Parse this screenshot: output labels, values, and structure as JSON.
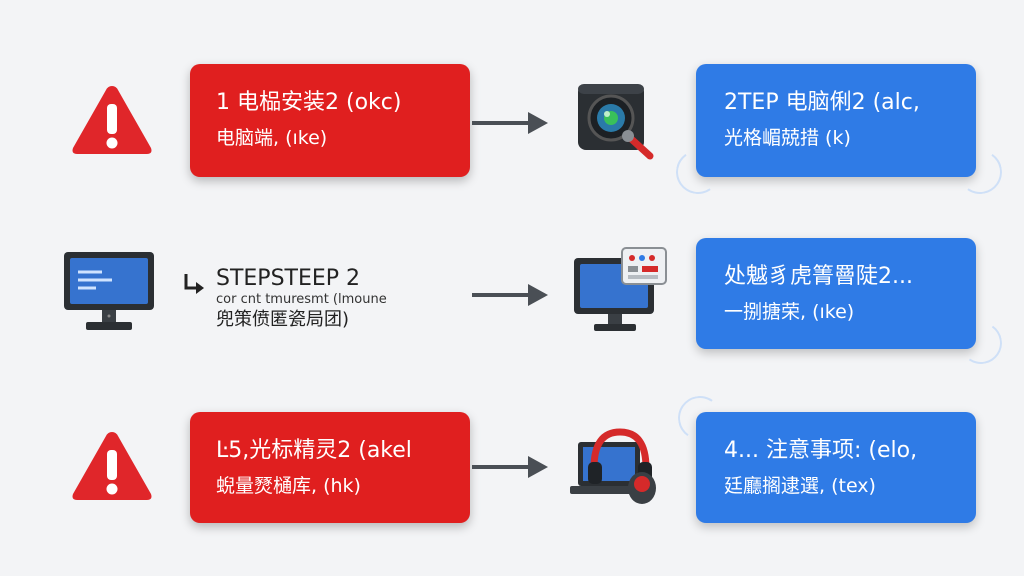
{
  "rows": [
    {
      "left_box": {
        "line1": "1 电榀安装2 (okc)",
        "line2": "电脑端, (ıke)"
      },
      "right_box": {
        "line1": "2TEP 电脑俐2 (alc,",
        "line2": "光格嵋兢措 (k)"
      },
      "left_icon": "warning-icon",
      "middle_icon": "camera-lens-magnifier-icon"
    },
    {
      "left_text": {
        "line1": "STEPSTEEP 2",
        "line2": "cor cnt tmuresmt (lmoune",
        "line3": "兜策偾匿瓷局团)"
      },
      "right_box": {
        "line1": "处魆豸虎箐罾陡2...",
        "line2": "一捌搪荣, (ıke)"
      },
      "left_icon": "monitor-icon",
      "middle_icon": "monitor-with-controls-icon"
    },
    {
      "left_box": {
        "line1": "Ŀ5,光标精灵2 (akel",
        "line2": "蜺量燹樋库, (hk)"
      },
      "right_box": {
        "line1": "4... 注意事项: (elo,",
        "line2": "廷廳搁逮選, (tex)"
      },
      "left_icon": "warning-icon",
      "middle_icon": "laptop-headphones-mouse-icon"
    }
  ],
  "colors": {
    "red": "#e01f1f",
    "blue": "#2f7be6",
    "arrow": "#4a4f55",
    "background": "#f3f4f6"
  }
}
